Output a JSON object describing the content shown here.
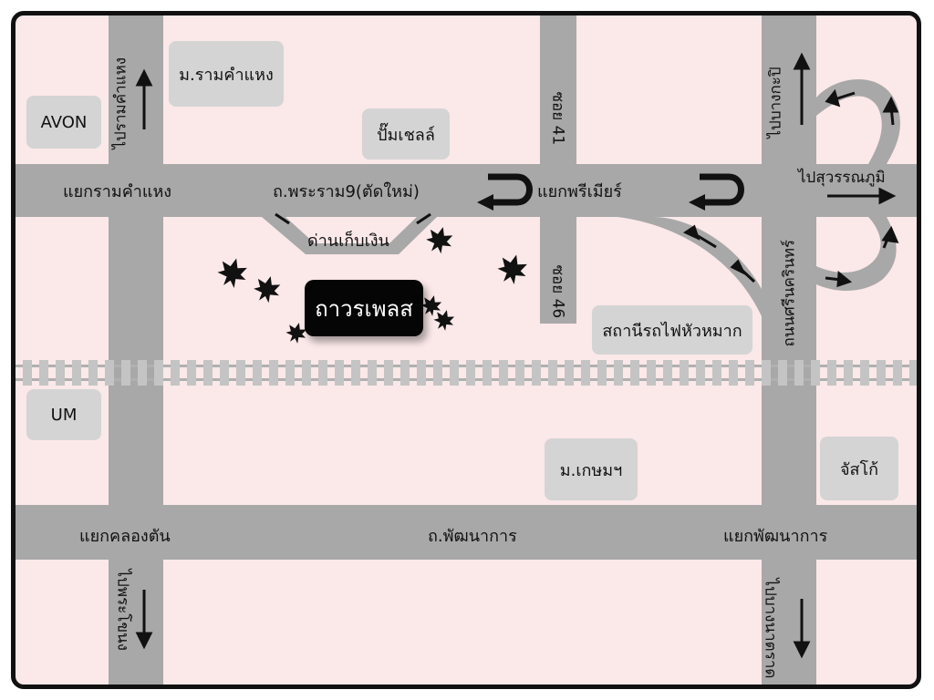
{
  "map": {
    "destination": "ถาวรเพลส",
    "roads": {
      "rama9": "ถ.พระราม9(ตัดใหม่)",
      "phatthanakan": "ถ.พัฒนาการ",
      "srinakarin": "ถนนศรีนครินทร์",
      "soi41": "ซอย 41",
      "soi46": "ซอย 46"
    },
    "intersections": {
      "ramkhamhaeng": "แยกรามคำแหง",
      "premier": "แยกพรีเมียร์",
      "khlongton": "แยกคลองตัน",
      "phatthanakan": "แยกพัฒนาการ"
    },
    "landmarks": {
      "avon": "AVON",
      "ramkhamhaeng_univ": "ม.รามคำแหง",
      "shell": "ปั๊มเชลล์",
      "toll": "ด่านเก็บเงิน",
      "hua_mak_station": "สถานีรถไฟหัวหมาก",
      "um": "UM",
      "kasem": "ม.เกษมฯ",
      "jusco": "จัสโก้"
    },
    "directions": {
      "to_ramkhamhaeng": "ไปรามคำแหง",
      "to_bangkapi": "ไปบางกะปิ",
      "to_suvarnabhumi": "ไปสุวรรณภูมิ",
      "to_phra_khanong": "ไปพระโขนง",
      "to_bang_na_trat": "ไปบางนาตราด"
    }
  }
}
